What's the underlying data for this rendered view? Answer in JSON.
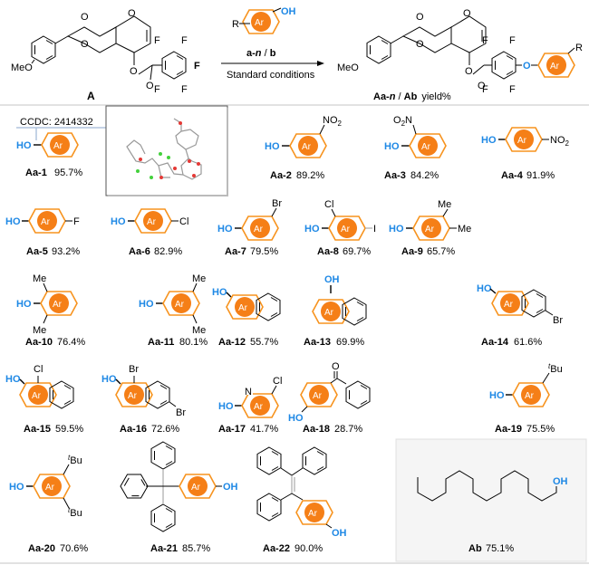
{
  "colors": {
    "ar_ring": "#f7931e",
    "ar_fill": "#f57f17",
    "hydroxyl": "#1e88e5",
    "divider": "#d9d9d9",
    "panel_bg": "#f5f5f5"
  },
  "scheme": {
    "reactant_label": "A",
    "reactant_substituents": [
      "MeO",
      "F",
      "F",
      "F",
      "F",
      "F"
    ],
    "reagent": {
      "r_label": "R",
      "ar_label": "Ar",
      "oh_label": "OH"
    },
    "arrow_top": "a-n / b",
    "arrow_top_parts": {
      "a": "a-",
      "n": "n",
      "sep": " / ",
      "b": "b"
    },
    "arrow_bottom": "Standard conditions",
    "product_label_bold": "Aa-n / Ab",
    "product_label_parts": {
      "aa": "Aa-",
      "n": "n",
      "sep": " / ",
      "ab": "Ab"
    },
    "product_label_suffix": "yield%",
    "product_linker_atom": "O",
    "product_r": "R",
    "meo_label": "MeO"
  },
  "crystal": {
    "ccdc_label": "CCDC: 2414332",
    "image_icon": "crystal-structure-ortep"
  },
  "entries": [
    {
      "id": "Aa-1",
      "yield": "95.7%",
      "substituents": []
    },
    {
      "id": "Aa-2",
      "yield": "89.2%",
      "substituents": [
        "NO2"
      ]
    },
    {
      "id": "Aa-3",
      "yield": "84.2%",
      "substituents": [
        "O2N"
      ]
    },
    {
      "id": "Aa-4",
      "yield": "91.9%",
      "substituents": [
        "NO2"
      ]
    },
    {
      "id": "Aa-5",
      "yield": "93.2%",
      "substituents": [
        "F"
      ]
    },
    {
      "id": "Aa-6",
      "yield": "82.9%",
      "substituents": [
        "Cl"
      ]
    },
    {
      "id": "Aa-7",
      "yield": "79.5%",
      "substituents": [
        "Br"
      ]
    },
    {
      "id": "Aa-8",
      "yield": "69.7%",
      "substituents": [
        "Cl",
        "I"
      ]
    },
    {
      "id": "Aa-9",
      "yield": "65.7%",
      "substituents": [
        "Me",
        "Me"
      ]
    },
    {
      "id": "Aa-10",
      "yield": "76.4%",
      "substituents": [
        "Me",
        "Me"
      ]
    },
    {
      "id": "Aa-11",
      "yield": "80.1%",
      "substituents": [
        "Me",
        "Me"
      ]
    },
    {
      "id": "Aa-12",
      "yield": "55.7%",
      "substituents": []
    },
    {
      "id": "Aa-13",
      "yield": "69.9%",
      "substituents": []
    },
    {
      "id": "Aa-14",
      "yield": "61.6%",
      "substituents": [
        "Br"
      ]
    },
    {
      "id": "Aa-15",
      "yield": "59.5%",
      "substituents": [
        "Cl"
      ]
    },
    {
      "id": "Aa-16",
      "yield": "72.6%",
      "substituents": [
        "Br",
        "Br"
      ]
    },
    {
      "id": "Aa-17",
      "yield": "41.7%",
      "substituents": [
        "N",
        "Cl"
      ]
    },
    {
      "id": "Aa-18",
      "yield": "28.7%",
      "substituents": [
        "O"
      ]
    },
    {
      "id": "Aa-19",
      "yield": "75.5%",
      "substituents": [
        "tBu"
      ]
    },
    {
      "id": "Aa-20",
      "yield": "70.6%",
      "substituents": [
        "tBu",
        "tBu"
      ]
    },
    {
      "id": "Aa-21",
      "yield": "85.7%",
      "substituents": []
    },
    {
      "id": "Aa-22",
      "yield": "90.0%",
      "substituents": []
    },
    {
      "id": "Ab",
      "yield": "75.1%",
      "substituents": []
    }
  ],
  "labels": {
    "ho": "HO",
    "oh": "OH",
    "ar": "Ar",
    "no2_main": "NO",
    "sub2": "2",
    "o2n_o": "O",
    "o2n_n": "N",
    "f": "F",
    "cl": "Cl",
    "br": "Br",
    "i": "I",
    "me": "Me",
    "n": "N",
    "o": "O",
    "t": "t",
    "bu": "Bu"
  }
}
